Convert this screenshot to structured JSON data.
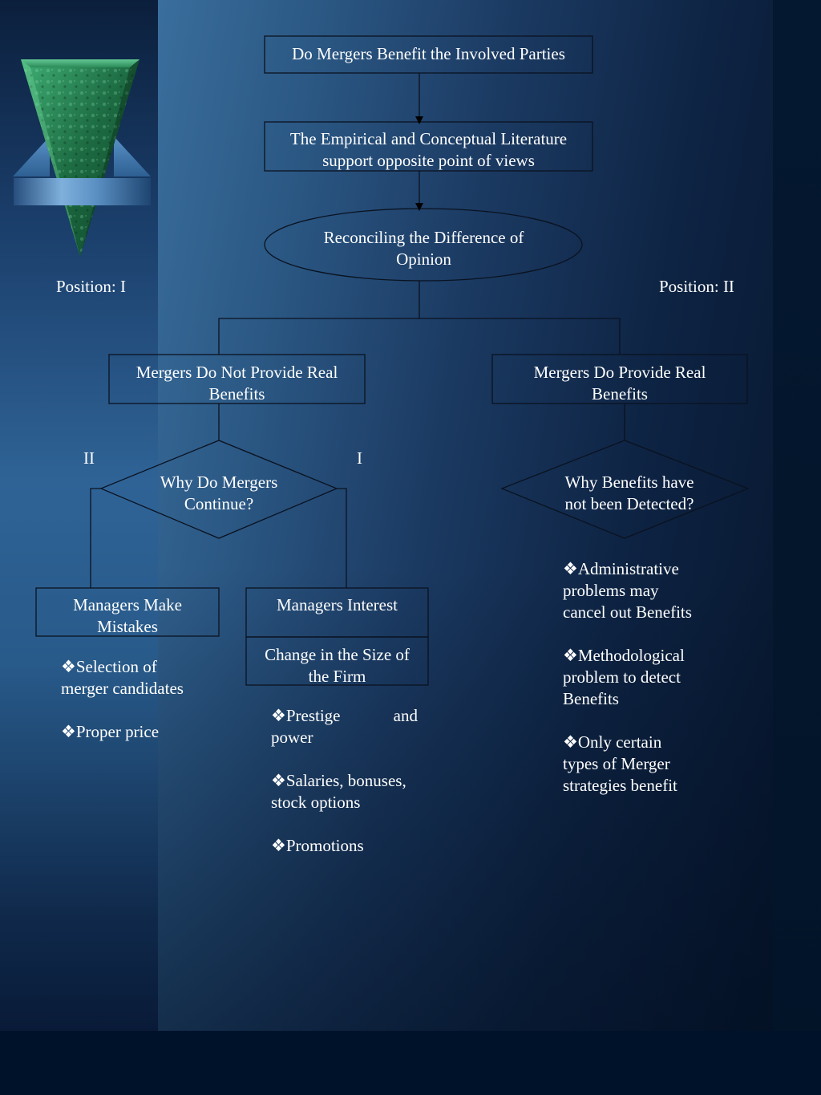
{
  "diagram": {
    "root": "Do Mergers Benefit the Involved Parties",
    "literature": [
      "The Empirical and Conceptual Literature",
      "support opposite point of views"
    ],
    "reconcile": [
      "Reconciling the Difference of",
      "Opinion"
    ],
    "position_left": "Position: I",
    "position_right": "Position: II",
    "no_benefit": [
      "Mergers Do Not Provide Real",
      "Benefits"
    ],
    "do_benefit": [
      "Mergers Do Provide Real",
      "Benefits"
    ],
    "why_continue": [
      "Why Do Mergers",
      "Continue?"
    ],
    "why_not_detected": [
      "Why Benefits have",
      "not been Detected?"
    ],
    "label_ii": "II",
    "label_i": "I",
    "managers_mistakes": [
      "Managers Make",
      "Mistakes"
    ],
    "managers_interest": "Managers Interest",
    "size_change": [
      "Change in the Size of",
      "the Firm"
    ],
    "bullet_glyph": "❖",
    "mistakes_bullets": [
      [
        "Selection of",
        "merger candidates"
      ],
      [
        "Proper price"
      ]
    ],
    "interest_bullets": [
      [
        "Prestige",
        "and",
        "power"
      ],
      [
        "Salaries, bonuses,",
        "stock options"
      ],
      [
        "Promotions"
      ]
    ],
    "detected_bullets": [
      [
        "Administrative",
        "problems may",
        "cancel out Benefits"
      ],
      [
        "Methodological",
        "problem to detect",
        "Benefits"
      ],
      [
        "Only certain",
        "types of Merger",
        "strategies benefit"
      ]
    ]
  },
  "colors": {
    "shape_stroke": "#0a1220",
    "text": "#ffffff",
    "pyramid_green": "#2f8a57",
    "band_blue": "#3b78b4"
  },
  "icons": {
    "logo": "green-inverted-pyramid-icon",
    "bullet": "diamond-bullet-icon"
  }
}
